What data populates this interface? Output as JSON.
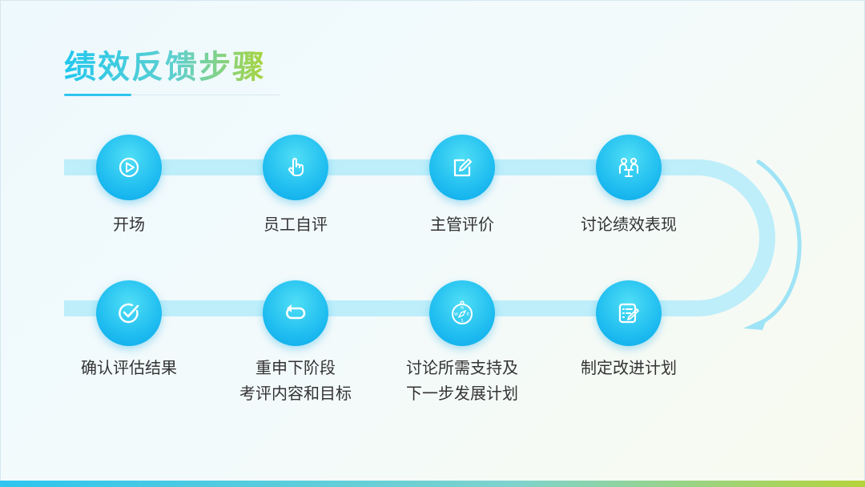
{
  "title": "绩效反馈步骤",
  "steps": [
    {
      "label": "开场",
      "icon": "play-icon"
    },
    {
      "label": "员工自评",
      "icon": "pointing-hand-icon"
    },
    {
      "label": "主管评价",
      "icon": "edit-note-icon"
    },
    {
      "label": "讨论绩效表现",
      "icon": "meeting-icon"
    },
    {
      "label": "制定改进计划",
      "icon": "checklist-icon"
    },
    {
      "label_line1": "讨论所需支持及",
      "label_line2": "下一步发展计划",
      "icon": "compass-icon"
    },
    {
      "label_line1": "重申下阶段",
      "label_line2": "考评内容和目标",
      "icon": "loop-arrow-icon"
    },
    {
      "label": "确认评估结果",
      "icon": "check-circle-icon"
    }
  ],
  "compass_letters": {
    "n": "N",
    "s": "S",
    "w": "W",
    "e": "E"
  },
  "colors": {
    "accent": "#1fbdf0",
    "track": "#bdeefa",
    "title_gradient_start": "#22c7ee",
    "title_gradient_end": "#a9d43c",
    "text": "#333333"
  }
}
